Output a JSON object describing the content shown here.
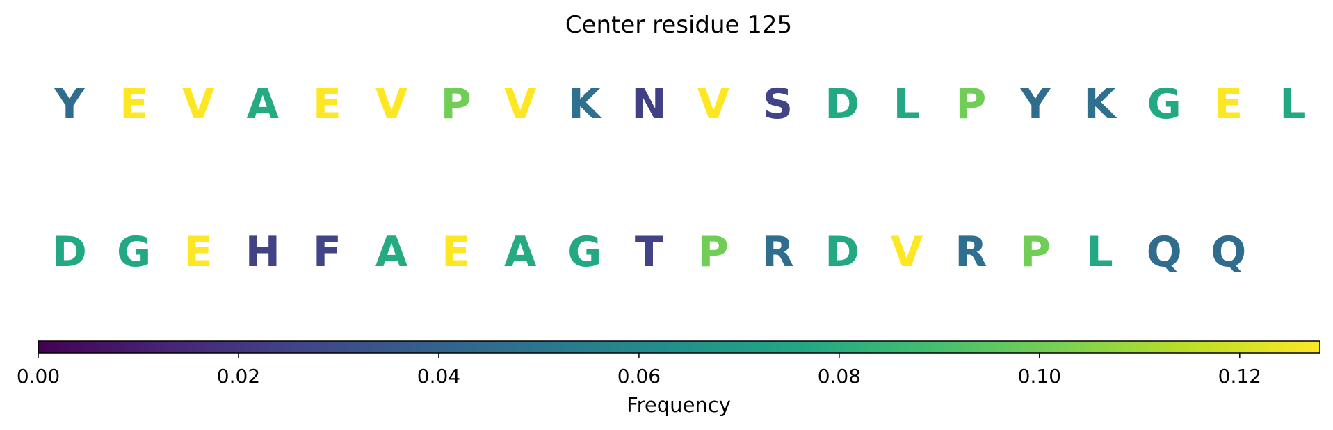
{
  "chart_data": {
    "type": "table",
    "title": "Center residue 125",
    "rows": [
      {
        "residues": [
          "Y",
          "E",
          "V",
          "A",
          "E",
          "V",
          "P",
          "V",
          "K",
          "N",
          "V",
          "S",
          "D",
          "L",
          "P",
          "Y",
          "K",
          "G",
          "E",
          "L"
        ],
        "frequencies": [
          0.045,
          0.128,
          0.128,
          0.078,
          0.128,
          0.128,
          0.1,
          0.128,
          0.047,
          0.024,
          0.128,
          0.026,
          0.077,
          0.077,
          0.1,
          0.045,
          0.047,
          0.077,
          0.128,
          0.077
        ]
      },
      {
        "residues": [
          "D",
          "G",
          "E",
          "H",
          "F",
          "A",
          "E",
          "A",
          "G",
          "T",
          "P",
          "R",
          "D",
          "V",
          "R",
          "P",
          "L",
          "Q",
          "Q"
        ],
        "frequencies": [
          0.077,
          0.077,
          0.128,
          0.025,
          0.026,
          0.078,
          0.128,
          0.078,
          0.077,
          0.025,
          0.1,
          0.046,
          0.077,
          0.128,
          0.046,
          0.1,
          0.077,
          0.045,
          0.045
        ]
      }
    ],
    "colorbar": {
      "label": "Frequency",
      "range": [
        0,
        0.128
      ],
      "ticks": [
        0.0,
        0.02,
        0.04,
        0.06,
        0.08,
        0.1,
        0.12
      ],
      "tick_labels": [
        "0.00",
        "0.02",
        "0.04",
        "0.06",
        "0.08",
        "0.10",
        "0.12"
      ],
      "colormap": "viridis"
    }
  }
}
